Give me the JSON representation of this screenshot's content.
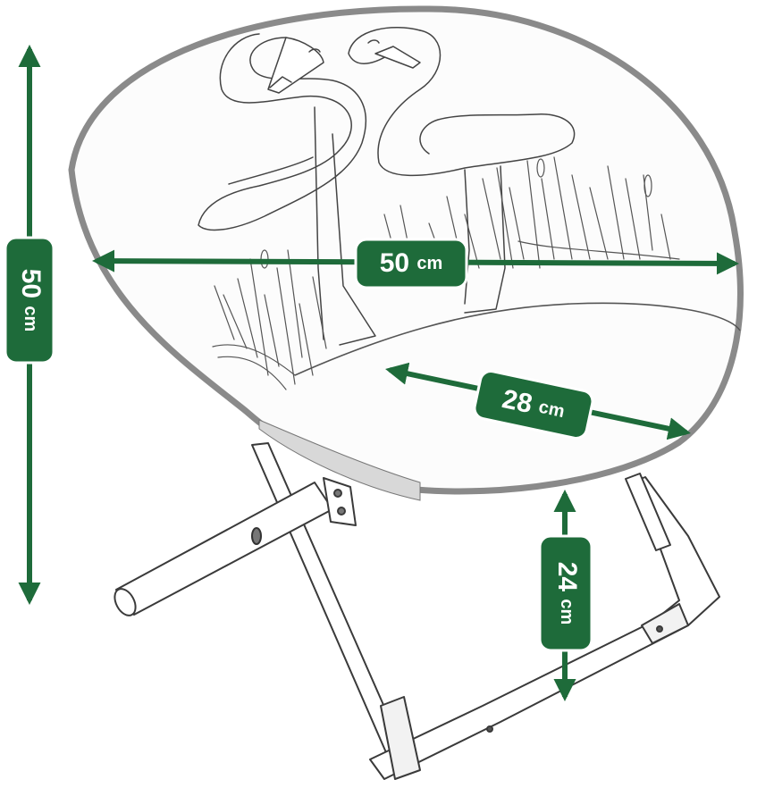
{
  "dimensions": {
    "height": {
      "value": "50",
      "unit": "cm"
    },
    "width": {
      "value": "50",
      "unit": "cm"
    },
    "depth": {
      "value": "28",
      "unit": "cm"
    },
    "seat_height": {
      "value": "24",
      "unit": "cm"
    }
  },
  "colors": {
    "accent": "#1e6b3a",
    "label_text": "#ffffff",
    "line": "#3a3a3a",
    "fabric_edge": "#8a8a8a"
  },
  "icons": {
    "product": "folding-moon-chair-icon",
    "motif": "flamingo-icon"
  }
}
